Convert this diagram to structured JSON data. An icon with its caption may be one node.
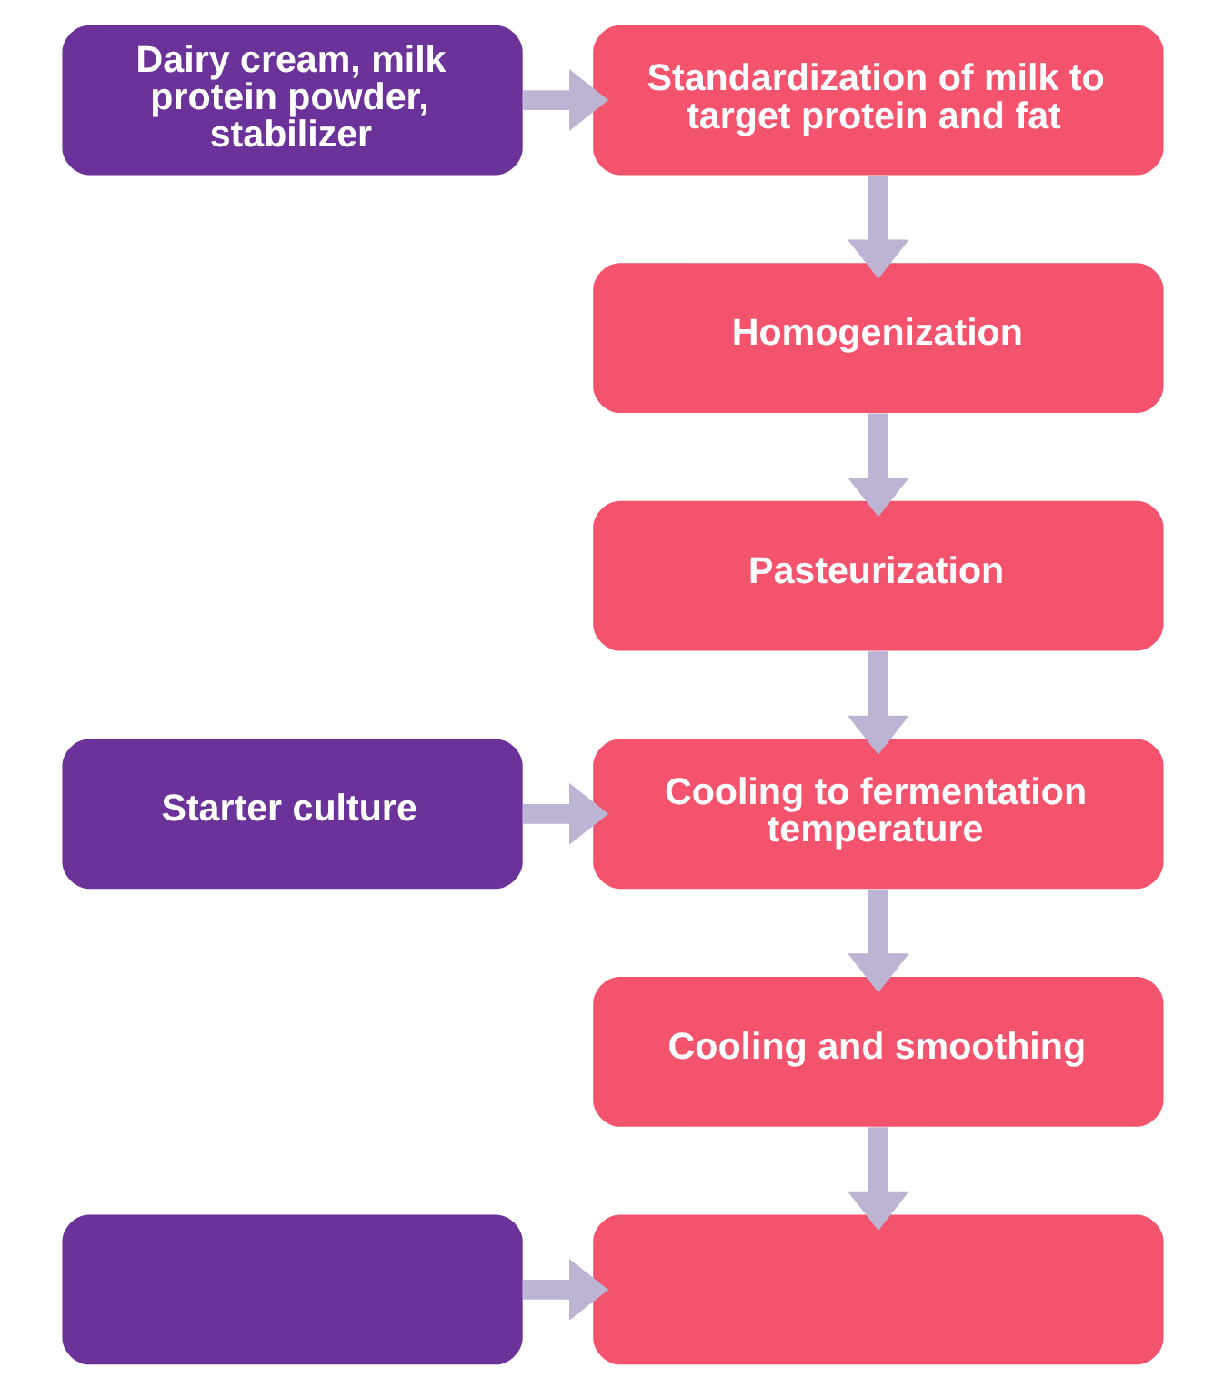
{
  "diagram": {
    "nodes": [
      {
        "text": [
          "Dairy cream, milk protein powder, stabilizer"
        ]
      },
      {
        "text": [
          "Standardization of milk to target protein and fat"
        ]
      },
      {
        "text": [
          "Homogenization"
        ]
      },
      {
        "text": [
          "Pasteurization"
        ]
      },
      {
        "text": [
          "Starter culture"
        ]
      },
      {
        "text": [
          "Cooling to fermentation temperature"
        ]
      },
      {
        "text": [
          "Cooling and smoothing"
        ]
      },
      {
        "text": [],
        "shape": "box"
      },
      {
        "text": [],
        "shape": "box"
      }
    ],
    "edges": [
      {
        "from": 0,
        "to": 1,
        "arrow": "to"
      },
      {
        "from": 1,
        "to": 2,
        "arrow": "to"
      },
      {
        "from": 2,
        "to": 3,
        "arrow": "to"
      },
      {
        "from": 3,
        "to": 5,
        "arrow": "to"
      },
      {
        "from": 4,
        "to": 5,
        "arrow": "to"
      },
      {
        "from": 5,
        "to": 6,
        "arrow": "to"
      },
      {
        "from": 6,
        "to": 8,
        "arrow": "to"
      },
      {
        "from": 7,
        "to": 8,
        "arrow": "to"
      }
    ]
  }
}
